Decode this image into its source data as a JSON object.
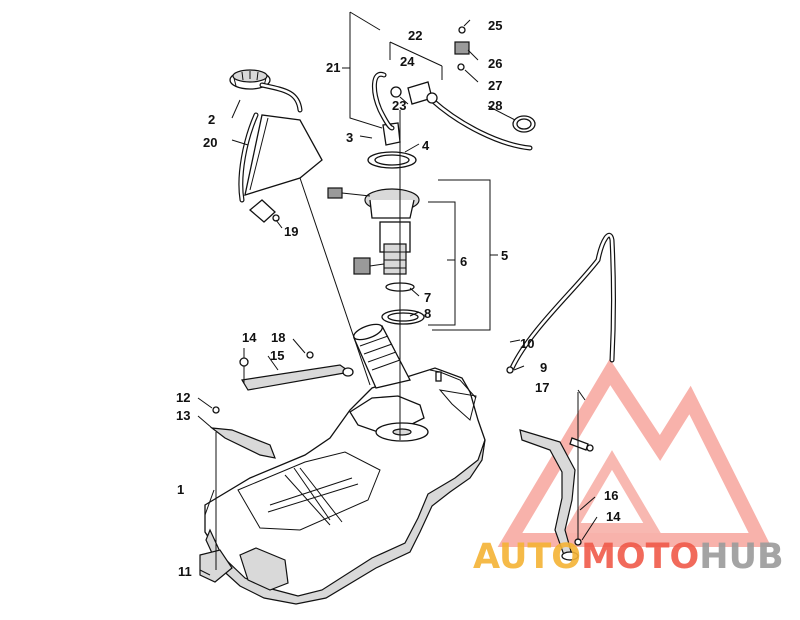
{
  "callouts": [
    {
      "id": "1",
      "text": "1"
    },
    {
      "id": "2",
      "text": "2"
    },
    {
      "id": "3",
      "text": "3"
    },
    {
      "id": "4",
      "text": "4"
    },
    {
      "id": "5",
      "text": "5"
    },
    {
      "id": "6",
      "text": "6"
    },
    {
      "id": "7",
      "text": "7"
    },
    {
      "id": "8",
      "text": "8"
    },
    {
      "id": "9",
      "text": "9"
    },
    {
      "id": "10",
      "text": "10"
    },
    {
      "id": "11",
      "text": "11"
    },
    {
      "id": "12",
      "text": "12"
    },
    {
      "id": "13",
      "text": "13"
    },
    {
      "id": "14a",
      "text": "14"
    },
    {
      "id": "14b",
      "text": "14"
    },
    {
      "id": "15",
      "text": "15"
    },
    {
      "id": "16",
      "text": "16"
    },
    {
      "id": "17",
      "text": "17"
    },
    {
      "id": "18",
      "text": "18"
    },
    {
      "id": "19",
      "text": "19"
    },
    {
      "id": "20",
      "text": "20"
    },
    {
      "id": "21",
      "text": "21"
    },
    {
      "id": "22",
      "text": "22"
    },
    {
      "id": "23",
      "text": "23"
    },
    {
      "id": "24",
      "text": "24"
    },
    {
      "id": "25",
      "text": "25"
    },
    {
      "id": "26",
      "text": "26"
    },
    {
      "id": "27",
      "text": "27"
    },
    {
      "id": "28",
      "text": "28"
    }
  ],
  "watermark": {
    "part1": "AUTO",
    "part2": "MOTO",
    "part3": "HUB",
    "color_orange": "#f5b335",
    "color_red": "#f05a4a",
    "color_gray": "#9b9b9b"
  }
}
